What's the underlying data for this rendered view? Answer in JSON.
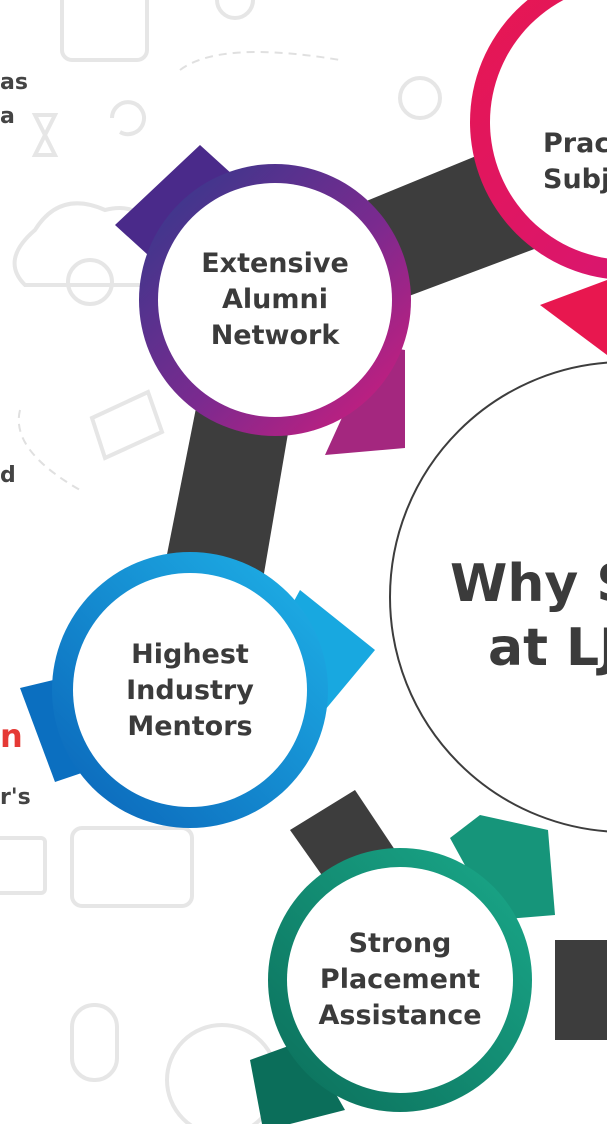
{
  "side_fragments": [
    "as",
    "a",
    "d",
    "n",
    "r's"
  ],
  "center": {
    "title_line1": "Why S",
    "title_line2": "at LJI"
  },
  "nodes": [
    {
      "id": "alumni",
      "lines": [
        "Extensive",
        "Alumni",
        "Network"
      ]
    },
    {
      "id": "mentors",
      "lines": [
        "Highest",
        "Industry",
        "Mentors"
      ]
    },
    {
      "id": "placement",
      "lines": [
        "Strong",
        "Placement",
        "Assistance"
      ]
    },
    {
      "id": "practical",
      "lines": [
        "Prac",
        "Subj"
      ]
    }
  ],
  "colors": {
    "connector": "#3d3d3d",
    "alumni_start": "#2e3a8c",
    "alumni_end": "#d81b7a",
    "mentors_start": "#0077c8",
    "mentors_end": "#1fb3e8",
    "placement_start": "#0b7a63",
    "placement_end": "#18a98b",
    "practical_start": "#e8174f",
    "practical_end": "#d4157a",
    "side_highlight": "#e53935"
  },
  "icons": [
    "tablet-icon",
    "camera-icon",
    "at-sign-icon",
    "hourglass-icon",
    "gear-icon",
    "lightbulb-icon",
    "cloud-icon",
    "envelope-icon",
    "mail-icon",
    "video-player-icon",
    "microphone-icon",
    "globe-icon"
  ]
}
